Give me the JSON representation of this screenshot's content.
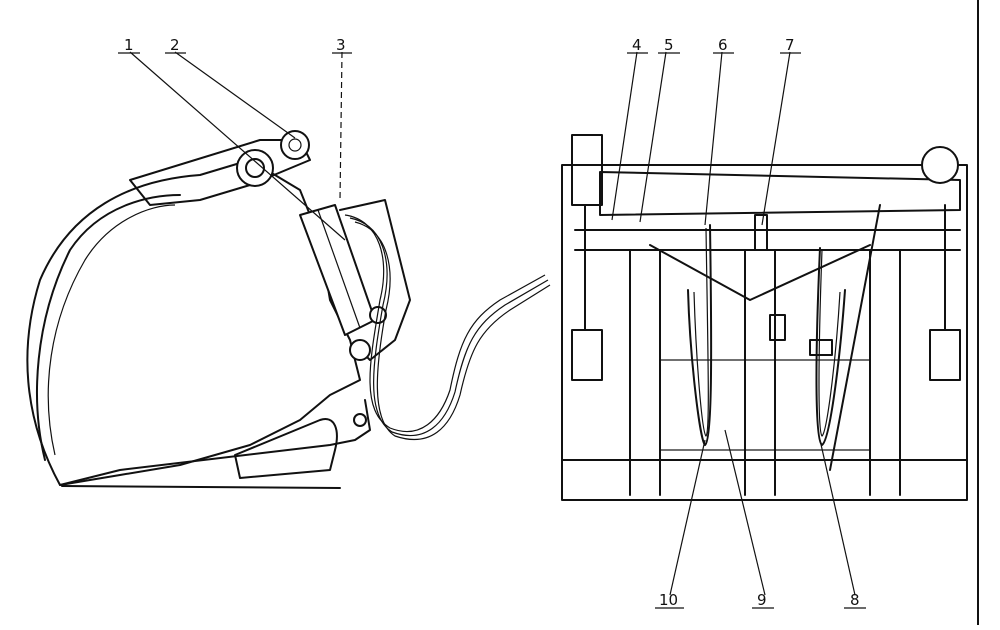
{
  "figure": {
    "callouts": [
      "1",
      "2",
      "3",
      "4",
      "5",
      "6",
      "7",
      "8",
      "9",
      "10"
    ]
  }
}
